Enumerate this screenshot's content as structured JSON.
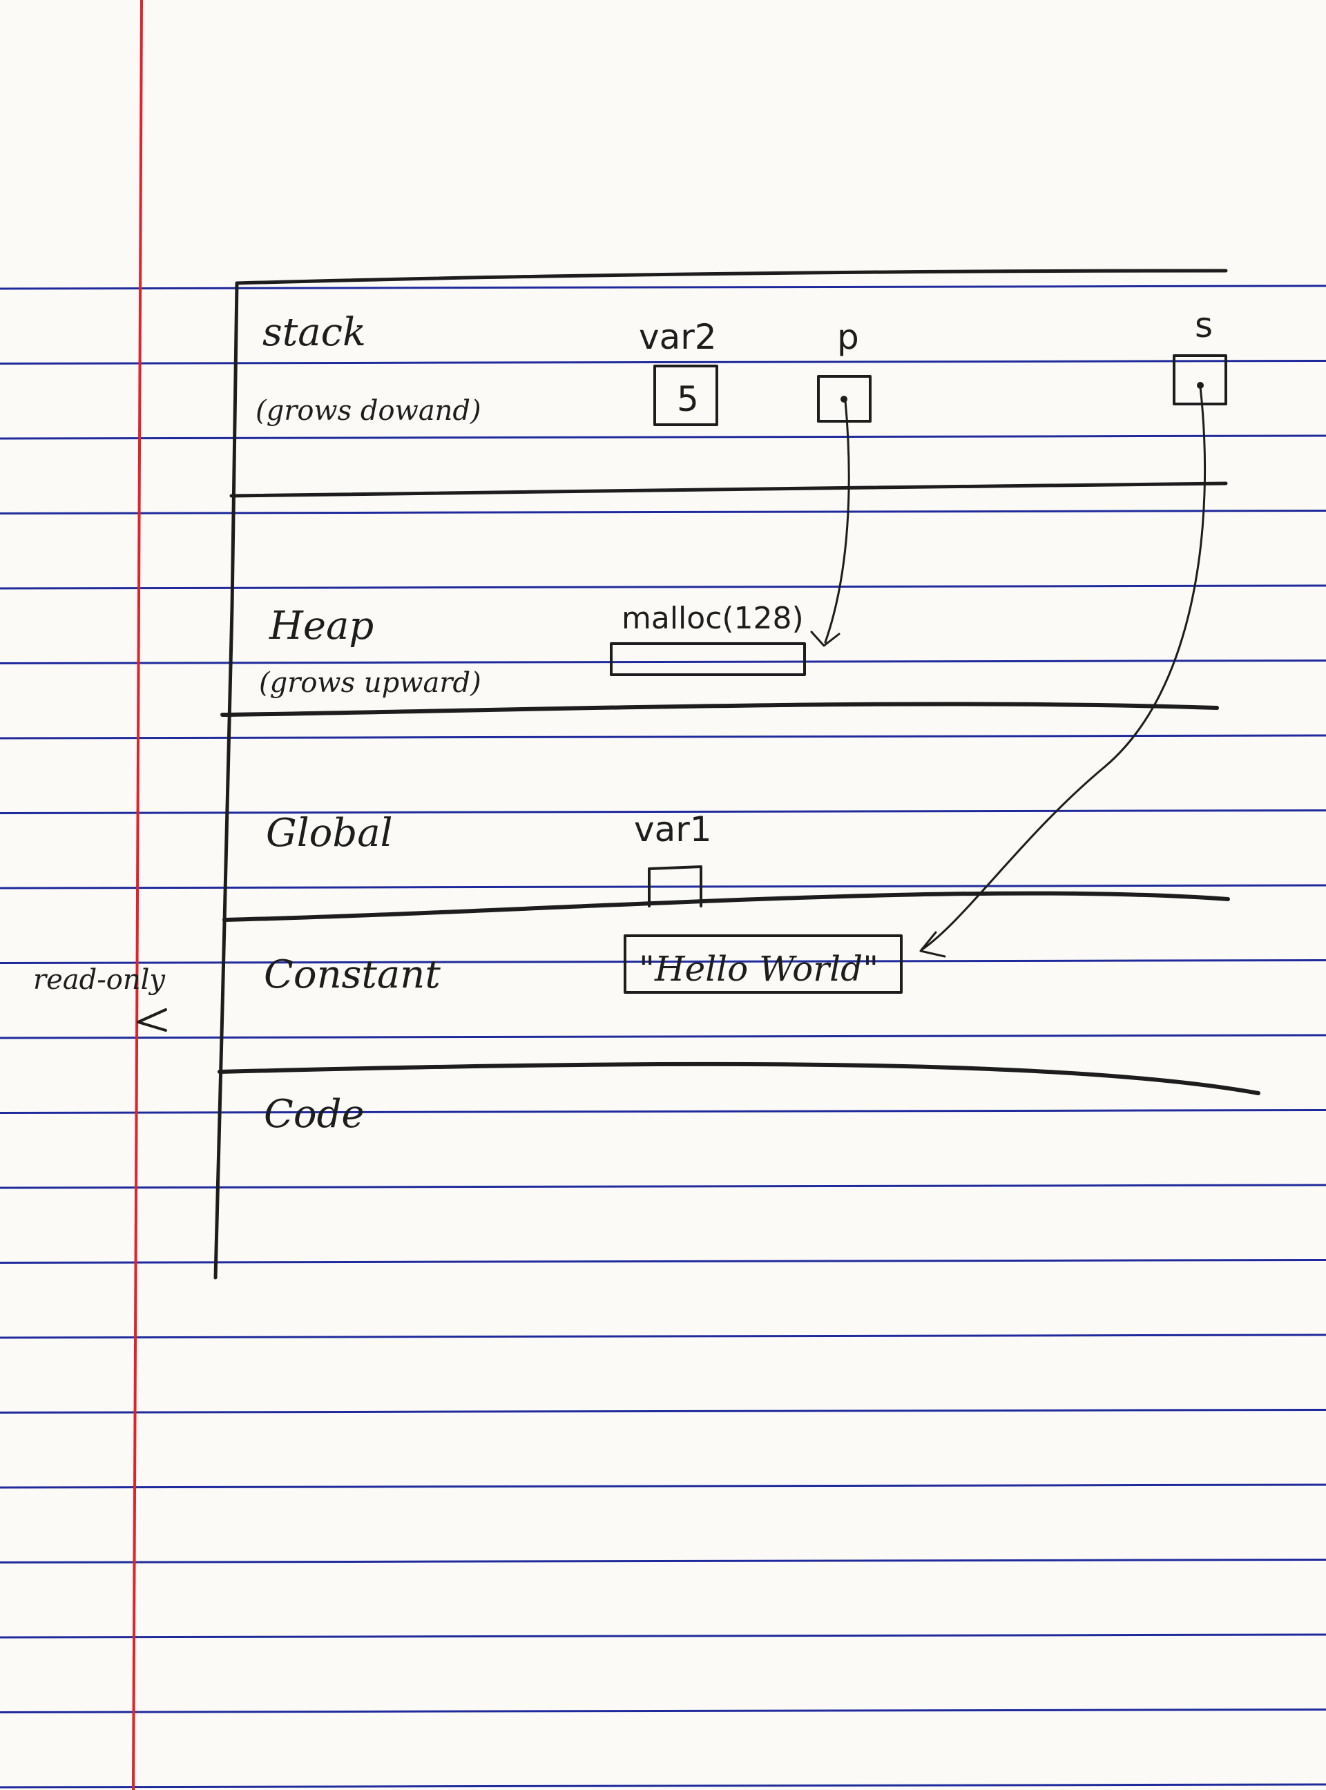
{
  "diagram": {
    "segments": {
      "stack_label": "stack",
      "stack_note": "(grows dowand)",
      "heap_label": "Heap",
      "heap_note": "(grows upward)",
      "global_label": "Global",
      "constant_label": "Constant",
      "code_label": "Code"
    },
    "side_note": "read-only",
    "variables": {
      "var2_name": "var2",
      "var2_value": "5",
      "p_name": "p",
      "s_name": "s",
      "var1_name": "var1",
      "malloc_label": "malloc(128)",
      "string_literal": "\"Hello World\""
    }
  }
}
